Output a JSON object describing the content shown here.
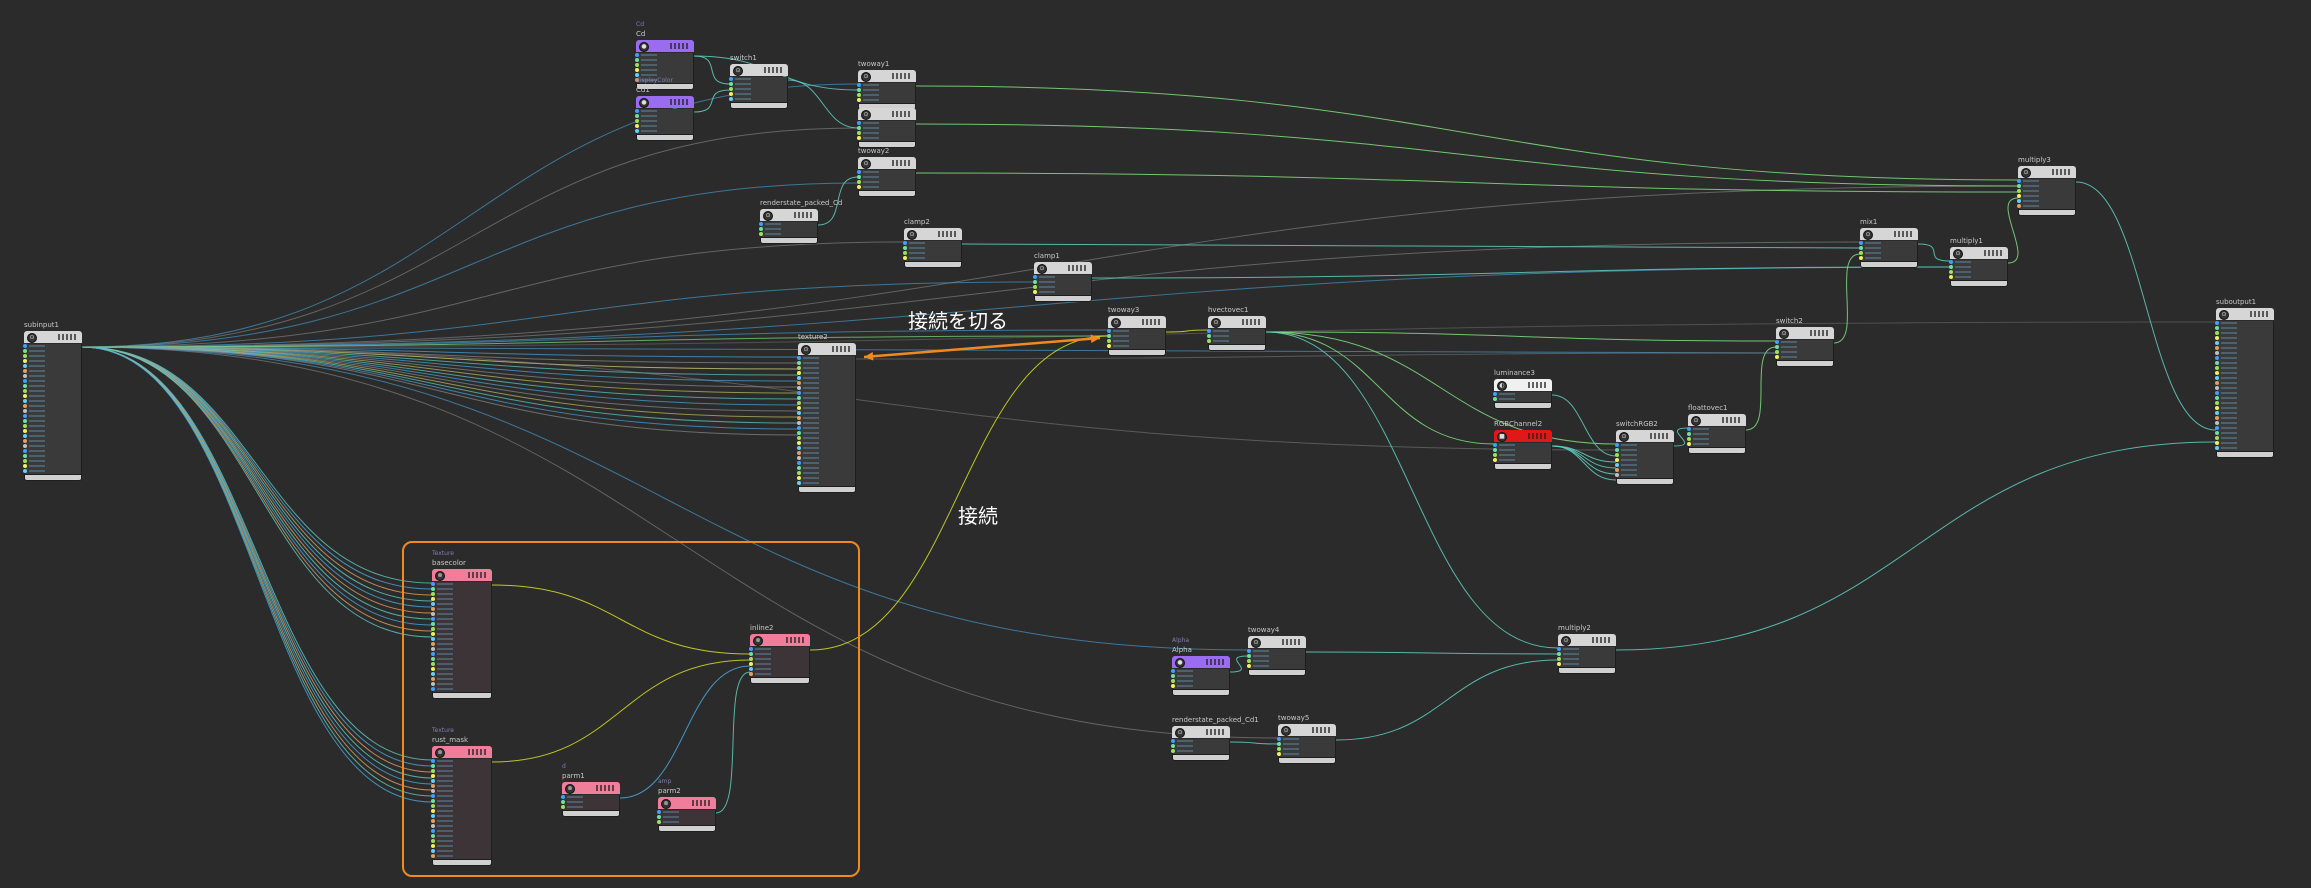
{
  "annotations": {
    "cut_label": "接続を切る",
    "connect_label": "接続"
  },
  "nodes": [
    {
      "id": "c0",
      "label": "Cd",
      "sub": "Cd",
      "kind": "purple",
      "ports": 6
    },
    {
      "id": "cd1",
      "label": "Cd1",
      "sub": "displayColor",
      "kind": "purple",
      "ports": 5
    },
    {
      "id": "switch1",
      "label": "switch1",
      "kind": "grey",
      "ports": 5
    },
    {
      "id": "twoway1",
      "label": "twoway1",
      "kind": "grey",
      "ports": 4
    },
    {
      "id": "twoway_b",
      "label": "",
      "kind": "grey",
      "ports": 4
    },
    {
      "id": "twoway2",
      "label": "twoway2",
      "kind": "grey",
      "ports": 4
    },
    {
      "id": "rs_cd",
      "label": "renderstate_packed_Cd",
      "kind": "grey",
      "ports": 3
    },
    {
      "id": "clamp2",
      "label": "clamp2",
      "kind": "grey",
      "ports": 4
    },
    {
      "id": "clamp1",
      "label": "clamp1",
      "kind": "grey",
      "ports": 4
    },
    {
      "id": "subinput1",
      "label": "subinput1",
      "kind": "grey",
      "ports": 26
    },
    {
      "id": "texture2",
      "label": "texture2",
      "kind": "grey",
      "ports": 26
    },
    {
      "id": "twoway3",
      "label": "twoway3",
      "kind": "grey",
      "ports": 4
    },
    {
      "id": "hvectovec1",
      "label": "hvectovec1",
      "kind": "grey",
      "ports": 3
    },
    {
      "id": "switch2",
      "label": "switch2",
      "kind": "grey",
      "ports": 4
    },
    {
      "id": "mix1",
      "label": "mix1",
      "kind": "grey",
      "ports": 4
    },
    {
      "id": "multiply1",
      "label": "multiply1",
      "kind": "grey",
      "ports": 4
    },
    {
      "id": "multiply3",
      "label": "multiply3",
      "kind": "grey",
      "ports": 6
    },
    {
      "id": "suboutput1",
      "label": "suboutput1",
      "kind": "grey",
      "ports": 26
    },
    {
      "id": "luminance3",
      "label": "luminance3",
      "kind": "white",
      "ports": 2
    },
    {
      "id": "rgbchannel2",
      "label": "RGBChannel2",
      "kind": "red",
      "ports": 4
    },
    {
      "id": "switchrgb2",
      "label": "switchRGB2",
      "kind": "grey",
      "ports": 7
    },
    {
      "id": "floattovec1",
      "label": "floattovec1",
      "kind": "grey",
      "ports": 4
    },
    {
      "id": "basecolor",
      "label": "basecolor",
      "sub": "Texture",
      "kind": "pink",
      "ports": 22
    },
    {
      "id": "rust_mask",
      "label": "rust_mask",
      "sub": "Texture",
      "kind": "pink",
      "ports": 20
    },
    {
      "id": "inline2",
      "label": "inline2",
      "kind": "pink",
      "ports": 6
    },
    {
      "id": "parm1",
      "label": "parm1",
      "sub": "d",
      "kind": "pink",
      "ports": 3
    },
    {
      "id": "parm2",
      "label": "parm2",
      "sub": "amp",
      "kind": "pink",
      "ports": 3
    },
    {
      "id": "alpha",
      "label": "Alpha",
      "sub": "Alpha",
      "kind": "purple",
      "ports": 4
    },
    {
      "id": "twoway4",
      "label": "twoway4",
      "kind": "grey",
      "ports": 4
    },
    {
      "id": "rs_cd1",
      "label": "renderstate_packed_Cd1",
      "kind": "grey",
      "ports": 3
    },
    {
      "id": "twoway5",
      "label": "twoway5",
      "kind": "grey",
      "ports": 4
    },
    {
      "id": "multiply2",
      "label": "multiply2",
      "kind": "grey",
      "ports": 4
    }
  ]
}
